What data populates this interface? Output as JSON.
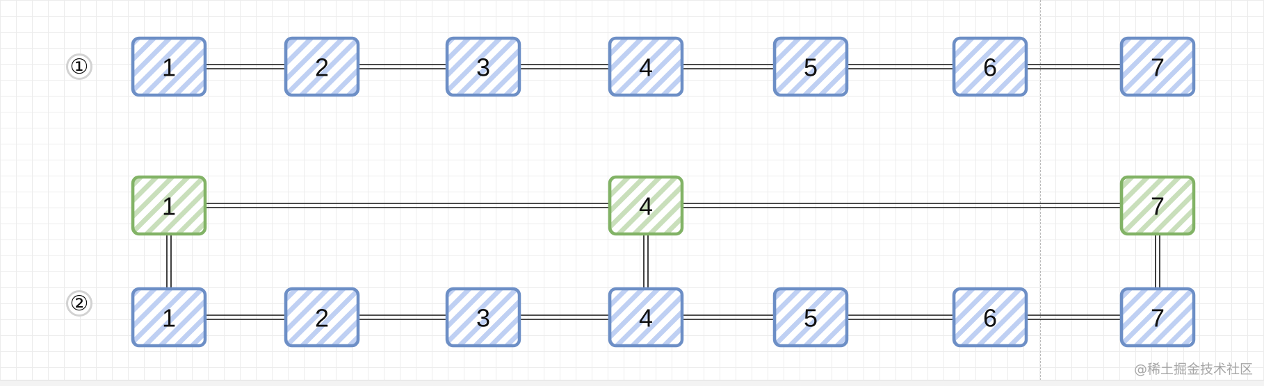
{
  "row_labels": [
    "①",
    "②"
  ],
  "colors": {
    "blue_stroke": "#6d8fc6",
    "blue_hatch": "#bfd0f3",
    "green_stroke": "#82b366",
    "green_hatch": "#c9dfbb",
    "connector": "#111111"
  },
  "rows": [
    {
      "style": "blue",
      "nodes": [
        "1",
        "2",
        "3",
        "4",
        "5",
        "6",
        "7"
      ],
      "links": [
        [
          0,
          1
        ],
        [
          1,
          2
        ],
        [
          2,
          3
        ],
        [
          3,
          4
        ],
        [
          4,
          5
        ],
        [
          5,
          6
        ]
      ]
    },
    {
      "style": "green",
      "nodes": [
        "1",
        "4",
        "7"
      ],
      "links": [
        [
          0,
          1
        ],
        [
          1,
          2
        ]
      ]
    },
    {
      "style": "blue",
      "nodes": [
        "1",
        "2",
        "3",
        "4",
        "5",
        "6",
        "7"
      ],
      "links": [
        [
          0,
          1
        ],
        [
          1,
          2
        ],
        [
          2,
          3
        ],
        [
          3,
          4
        ],
        [
          4,
          5
        ],
        [
          5,
          6
        ]
      ]
    }
  ],
  "vertical_links": [
    {
      "from": [
        1,
        0
      ],
      "to": [
        2,
        0
      ]
    },
    {
      "from": [
        1,
        1
      ],
      "to": [
        2,
        3
      ]
    },
    {
      "from": [
        1,
        2
      ],
      "to": [
        2,
        6
      ]
    }
  ],
  "watermark": "@稀土掘金技术社区"
}
